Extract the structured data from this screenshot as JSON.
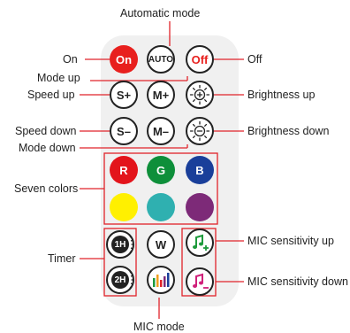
{
  "labels": {
    "automatic_mode": "Automatic mode",
    "on": "On",
    "off": "Off",
    "mode_up": "Mode up",
    "speed_up": "Speed up",
    "brightness_up": "Brightness up",
    "speed_down": "Speed down",
    "brightness_down": "Brightness down",
    "mode_down": "Mode down",
    "seven_colors": "Seven colors",
    "mic_sensitivity_up": "MIC sensitivity up",
    "timer": "Timer",
    "mic_sensitivity_down": "MIC sensitivity down",
    "mic_mode": "MIC mode"
  },
  "buttons": {
    "on": "On",
    "auto": "AUTO",
    "off": "Off",
    "speed_up": "S+",
    "mode_up": "M+",
    "speed_down": "S–",
    "mode_down": "M–",
    "red": "R",
    "green": "G",
    "blue": "B",
    "white": "W",
    "timer_1h": "1H",
    "timer_2h": "2H"
  },
  "colors": {
    "on_button": "#e8201e",
    "off_text": "#e8201e",
    "red": "#e3141b",
    "green": "#0e8f3a",
    "blue": "#1a3f9a",
    "yellow": "#fff000",
    "cyan": "#2fb0b0",
    "purple": "#7d2a78",
    "callout_line": "#e0232a",
    "remote_body": "#f0f0f0"
  },
  "icons": [
    "sun-plus-icon",
    "sun-minus-icon",
    "note-plus-icon",
    "note-minus-icon",
    "equalizer-icon",
    "timer-dial-icon"
  ]
}
